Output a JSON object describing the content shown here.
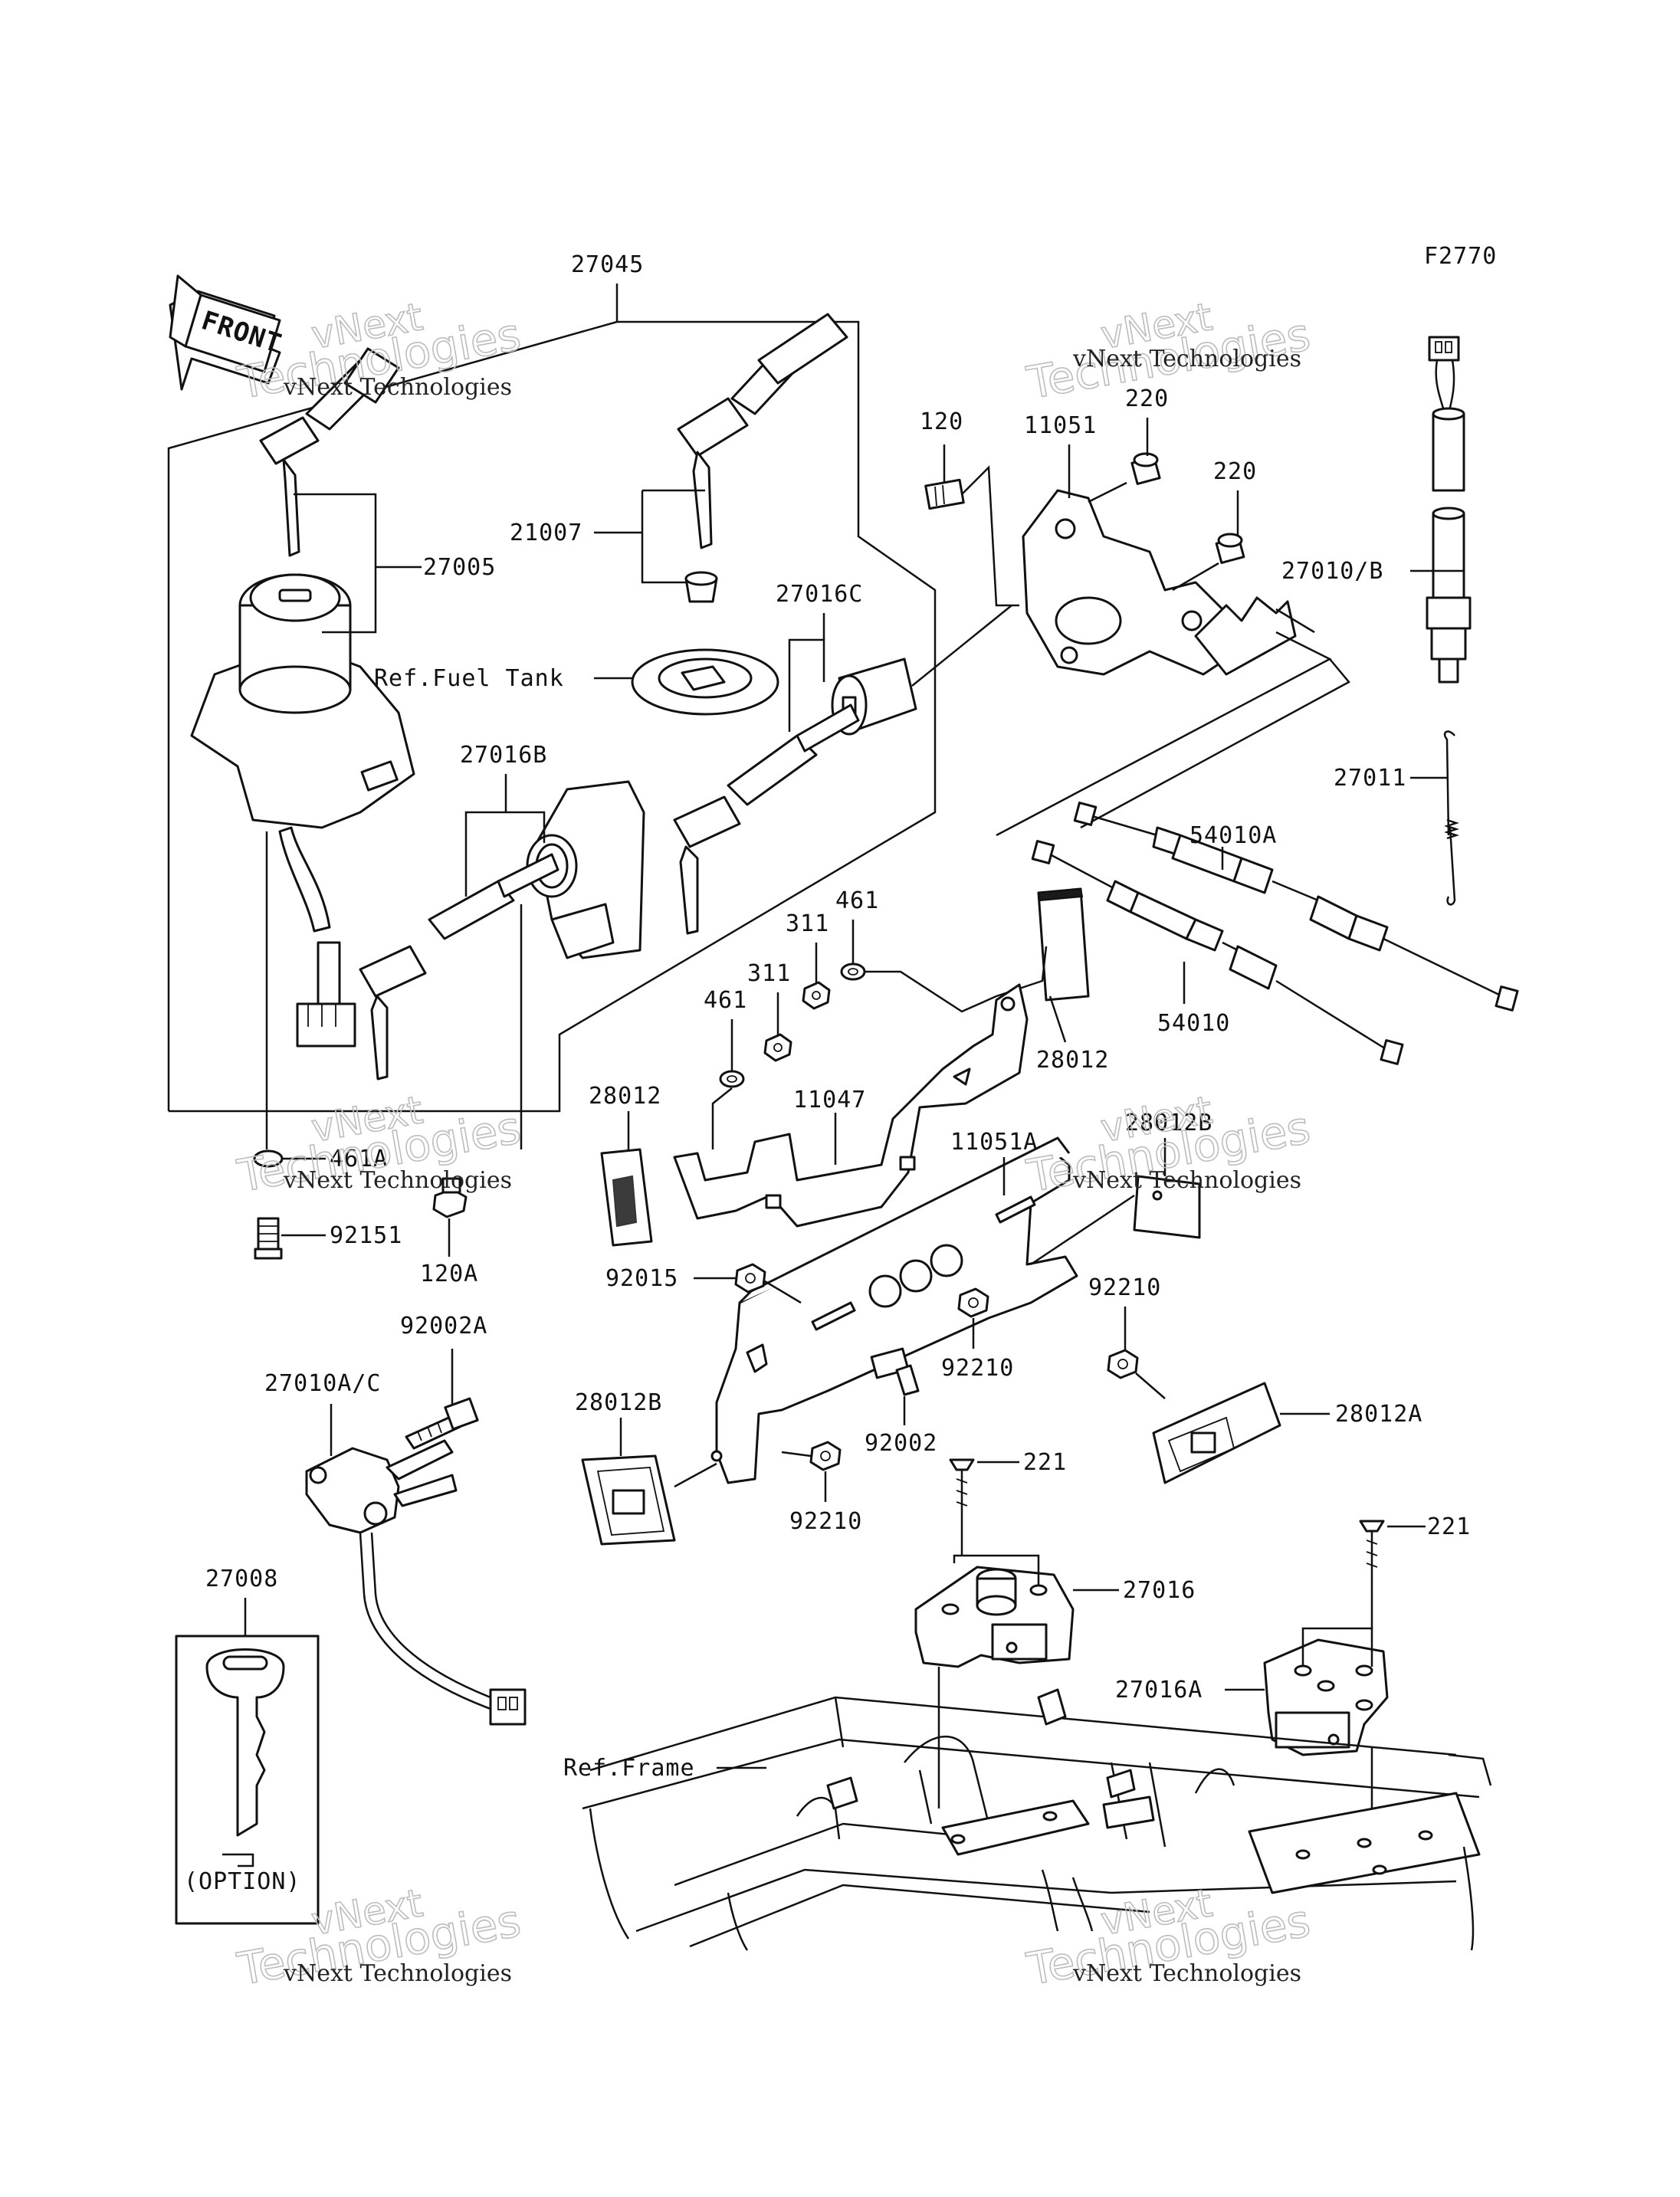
{
  "figure_code": "F2770",
  "front_label": "FRONT",
  "watermark": {
    "line1": "vNext",
    "line2": "Technologies",
    "caption": "vNext Technologies"
  },
  "callouts": {
    "c27045": "27045",
    "c27005": "27005",
    "c21007": "21007",
    "c120": "120",
    "c11051": "11051",
    "c220a": "220",
    "c220b": "220",
    "c27010b": "27010/B",
    "c27016c": "27016C",
    "c_ref_fuel": "Ref.Fuel Tank",
    "c27016b": "27016B",
    "c27011": "27011",
    "c54010a": "54010A",
    "c461a": "461",
    "c311a": "311",
    "c311b": "311",
    "c461b": "461",
    "c54010": "54010",
    "c28012a": "28012",
    "c28012b": "28012",
    "c11047": "11047",
    "c11051a": "11051A",
    "c28012b_top": "28012B",
    "c461A": "461A",
    "c92151": "92151",
    "c120A": "120A",
    "c92015": "92015",
    "c92210a": "92210",
    "c92210b": "92210",
    "c92002A": "92002A",
    "c27010ac": "27010A/C",
    "c28012B": "28012B",
    "c92002": "92002",
    "c28012A": "28012A",
    "c221a": "221",
    "c92210c": "92210",
    "c27008": "27008",
    "c27016": "27016",
    "c221b": "221",
    "c27016A": "27016A",
    "c_ref_frame": "Ref.Frame",
    "c_option": "(OPTION)"
  }
}
